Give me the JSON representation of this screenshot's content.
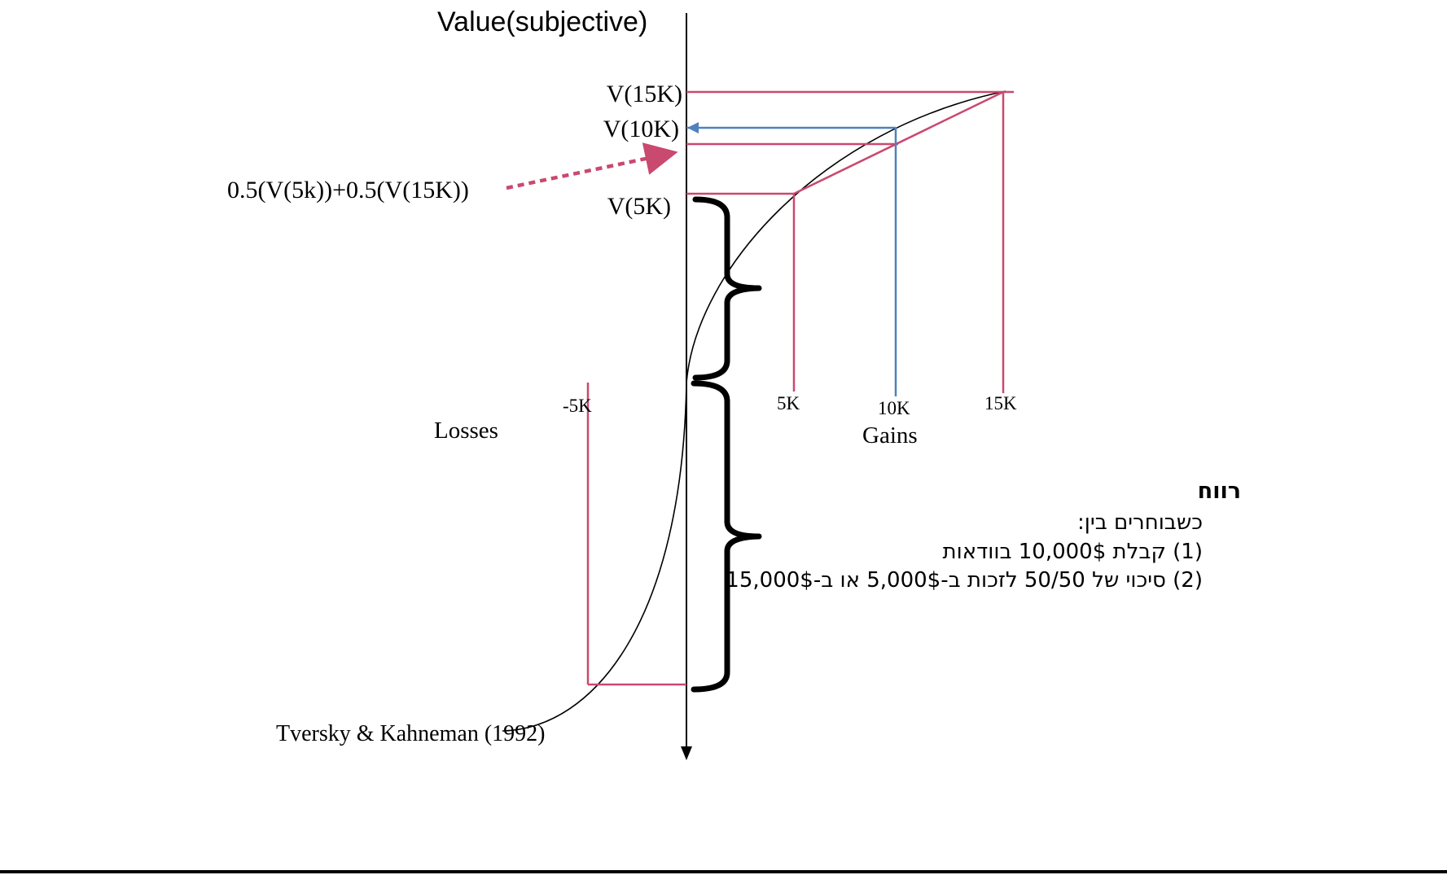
{
  "title": "Value(subjective)",
  "labels": {
    "v15k": "V(15K)",
    "v10k": "V(10K)",
    "v5k": "V(5K)",
    "formula": "0.5(V(5k))+0.5(V(15K))",
    "losses": "Losses",
    "gains": "Gains",
    "citation": "Tversky & Kahneman (1992)"
  },
  "ticks": {
    "neg5k": "-5K",
    "p5k": "5K",
    "p10k": "10K",
    "p15k": "15K"
  },
  "hebrew": {
    "title": "רווח",
    "lines": [
      "כשבוחרים בין:",
      "(1) קבלת 10,000$ בוודאות",
      "(2) סיכוי של 50/50 לזכות ב-5,000$ או ב-15,000$"
    ]
  },
  "colors": {
    "pink": "#c9496f",
    "blue": "#4f81bd",
    "axis": "#000000"
  }
}
